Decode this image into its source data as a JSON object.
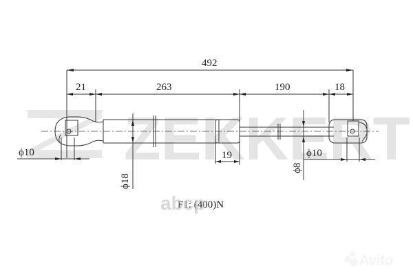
{
  "drawing": {
    "watermark_brand": "ZEKKERT",
    "dimensions": {
      "overall_length": "492",
      "eye_left": "21",
      "body_length": "263",
      "rod_length": "190",
      "eye_right": "18",
      "cap_length": "19",
      "body_diameter": "ϕ18",
      "rod_diameter": "ϕ8",
      "left_hole_diameter": "ϕ10",
      "right_hole_diameter": "ϕ10"
    },
    "force_label": "F1: (400)N",
    "overlay_watermark": "abcp",
    "corner_watermark": "Avito"
  },
  "colors": {
    "line": "#333333",
    "watermark": "#e6e6e6",
    "background": "#ffffff"
  }
}
